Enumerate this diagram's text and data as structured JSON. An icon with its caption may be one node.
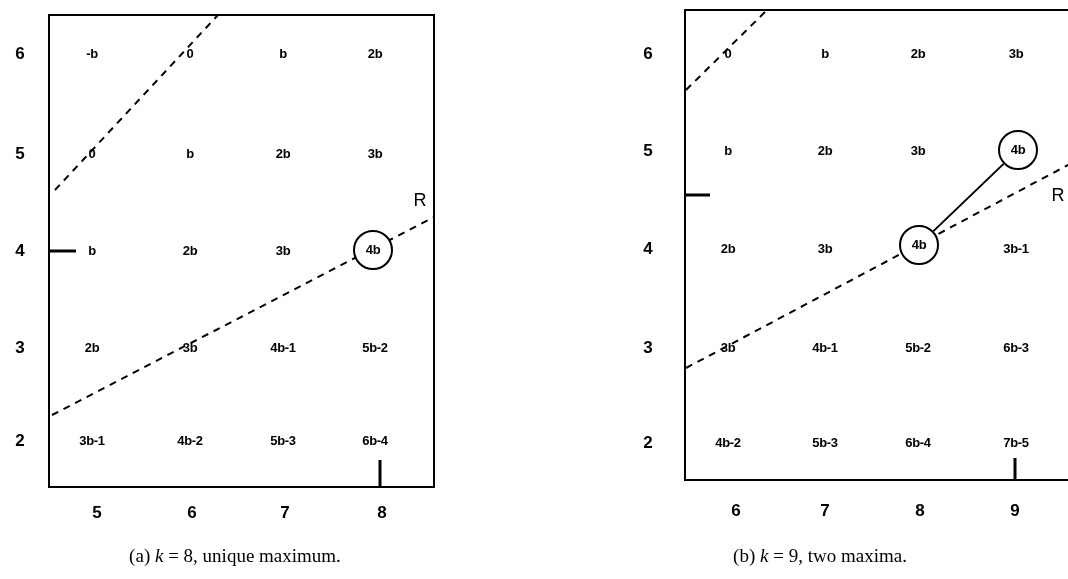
{
  "diagram": {
    "nodes": [
      {
        "text": [
          "4b"
        ]
      },
      {
        "text": [
          "4b"
        ]
      },
      {
        "text": [
          "4b"
        ]
      }
    ],
    "edges": [
      {
        "from": 1,
        "to": 2,
        "arrow": "none"
      }
    ],
    "labels": [
      "6",
      "-b",
      "0",
      "b",
      "2b",
      "5",
      "0",
      "b",
      "2b",
      "3b",
      "4",
      "b",
      "2b",
      "3b",
      "3",
      "2b",
      "3b",
      "4b-1",
      "5b-2",
      "2",
      "3b-1",
      "4b-2",
      "5b-3",
      "6b-4",
      "R",
      "5",
      "6",
      "7",
      "8",
      "(a) *k* = 8, unique maximum.",
      "6",
      "0",
      "b",
      "2b",
      "3b",
      "5",
      "b",
      "2b",
      "3b",
      "4",
      "2b",
      "3b",
      "3b-1",
      "3",
      "3b",
      "4b-1",
      "5b-2",
      "6b-3",
      "2",
      "4b-2",
      "5b-3",
      "6b-4",
      "7b-5",
      "R",
      "6",
      "7",
      "8",
      "9",
      "(b) *k* = 9, two maxima."
    ]
  }
}
